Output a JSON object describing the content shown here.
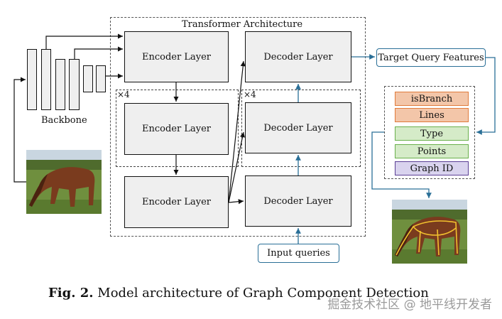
{
  "diagram": {
    "title": "Transformer Architecture",
    "backbone_label": "Backbone",
    "repeat_encoder": "×4",
    "repeat_decoder": "×4",
    "encoder_layers": [
      "Encoder Layer",
      "Encoder Layer",
      "Encoder Layer"
    ],
    "decoder_layers": [
      "Decoder Layer",
      "Decoder Layer",
      "Decoder Layer"
    ],
    "target_query_features": "Target Query Features",
    "input_queries": "Input queries",
    "attributes": [
      {
        "label": "isBranch",
        "color": "#f3c6a9",
        "border": "#e07b3c"
      },
      {
        "label": "Lines",
        "color": "#f3c6a9",
        "border": "#e07b3c"
      },
      {
        "label": "Type",
        "color": "#d5ebc8",
        "border": "#6ab04c"
      },
      {
        "label": "Points",
        "color": "#d5ebc8",
        "border": "#6ab04c"
      },
      {
        "label": "Graph ID",
        "color": "#d9d3ee",
        "border": "#5b3f95"
      }
    ]
  },
  "caption": {
    "prefix": "Fig. 2.",
    "text": "Model architecture of Graph Component Detection"
  },
  "watermark": "掘金技术社区 @ 地平线开发者",
  "colors": {
    "arrow_black": "#111111",
    "arrow_blue": "#2a6f97"
  }
}
